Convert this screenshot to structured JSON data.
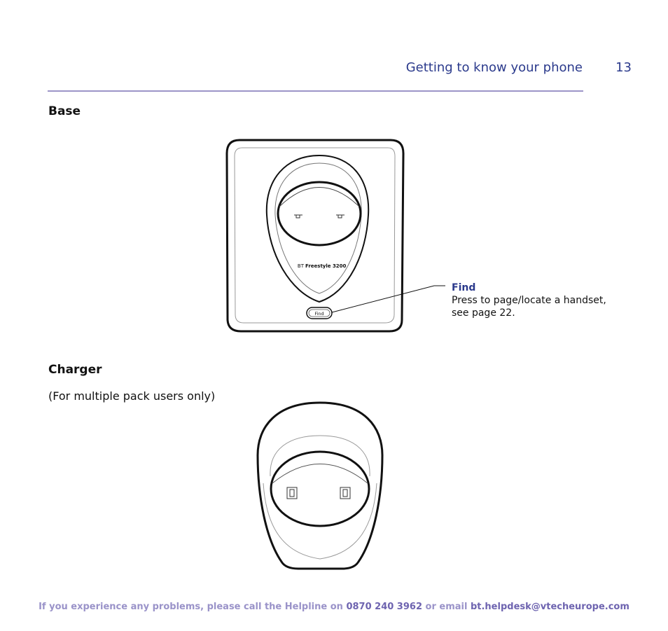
{
  "header": {
    "title": "Getting to know your phone",
    "page_number": "13"
  },
  "sections": {
    "base_heading": "Base",
    "charger_heading": "Charger",
    "charger_note": "(For multiple pack users only)"
  },
  "base_device": {
    "brand": "BT",
    "model": "Freestyle 3200",
    "find_button_label": "Find"
  },
  "callout": {
    "title": "Find",
    "description": "Press to page/locate a handset, see page 22."
  },
  "footer": {
    "text_before_phone": "If you experience any problems, please call the Helpline on ",
    "phone": "0870 240 3962",
    "text_before_email": " or email ",
    "email": "bt.helpdesk@vtecheurope.com"
  },
  "colors": {
    "heading_blue": "#2b3a8c",
    "rule_lavender": "#9c95c8",
    "footer_lavender": "#9a93c9"
  }
}
